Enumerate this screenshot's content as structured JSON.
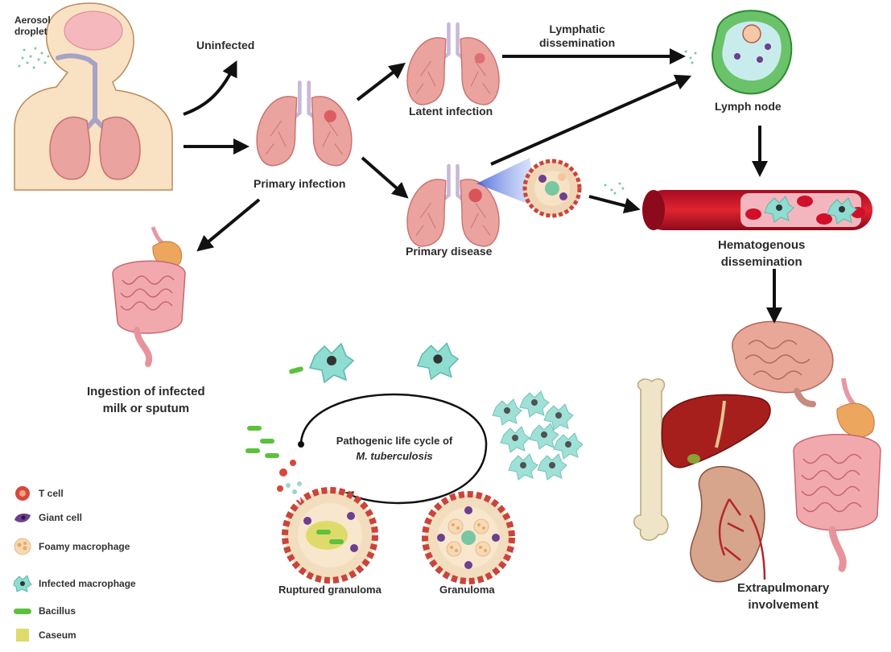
{
  "labels": {
    "aerosol": "Aerosol\ndroplet",
    "uninfected": "Uninfected",
    "primary_infection": "Primary infection",
    "latent_infection": "Latent infection",
    "lymphatic": "Lymphatic\ndissemination",
    "lymph_node": "Lymph node",
    "primary_disease": "Primary disease",
    "hematogenous": "Hematogenous\ndissemination",
    "ingestion": "Ingestion of infected\nmilk or sputum",
    "cycle_line1": "Pathogenic life cycle of",
    "cycle_line2": "M. tuberculosis",
    "ruptured_granuloma": "Ruptured granuloma",
    "granuloma": "Granuloma",
    "extrapulmonary": "Extrapulmonary\ninvolvement"
  },
  "legend": [
    {
      "label": "T cell",
      "icon": "t-cell-icon"
    },
    {
      "label": "Giant cell",
      "icon": "giant-cell-icon"
    },
    {
      "label": "Foamy macrophage",
      "icon": "foamy-macrophage-icon"
    },
    {
      "label": "Infected macrophage",
      "icon": "infected-macrophage-icon"
    },
    {
      "label": "Bacillus",
      "icon": "bacillus-icon"
    },
    {
      "label": "Caseum",
      "icon": "caseum-icon"
    }
  ],
  "colors": {
    "lung": "#eaa39f",
    "lung_edge": "#c9706c",
    "skin": "#f9e1c4",
    "vessel": "#c8102e",
    "tcell": "#d9473a",
    "giant": "#6c3f8f",
    "foamy": "#f6d9b5",
    "infected": "#7fd3c8",
    "bacillus": "#5cc13c",
    "caseum": "#dedb6b",
    "lymph": "#3aa63a"
  }
}
